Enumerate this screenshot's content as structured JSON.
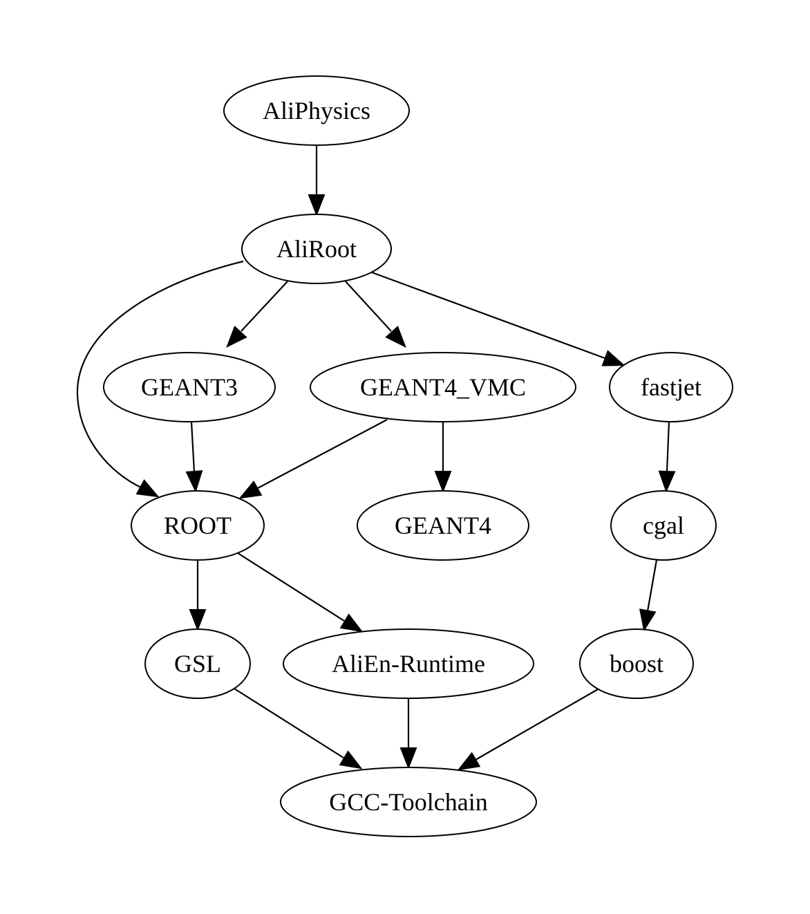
{
  "graph": {
    "nodes": [
      {
        "id": "AliPhysics",
        "label": "AliPhysics"
      },
      {
        "id": "AliRoot",
        "label": "AliRoot"
      },
      {
        "id": "GEANT3",
        "label": "GEANT3"
      },
      {
        "id": "GEANT4_VMC",
        "label": "GEANT4_VMC"
      },
      {
        "id": "fastjet",
        "label": "fastjet"
      },
      {
        "id": "ROOT",
        "label": "ROOT"
      },
      {
        "id": "GEANT4",
        "label": "GEANT4"
      },
      {
        "id": "cgal",
        "label": "cgal"
      },
      {
        "id": "GSL",
        "label": "GSL"
      },
      {
        "id": "AliEn-Runtime",
        "label": "AliEn-Runtime"
      },
      {
        "id": "boost",
        "label": "boost"
      },
      {
        "id": "GCC-Toolchain",
        "label": "GCC-Toolchain"
      }
    ],
    "edges": [
      {
        "from": "AliPhysics",
        "to": "AliRoot"
      },
      {
        "from": "AliRoot",
        "to": "ROOT"
      },
      {
        "from": "AliRoot",
        "to": "GEANT3"
      },
      {
        "from": "AliRoot",
        "to": "GEANT4_VMC"
      },
      {
        "from": "AliRoot",
        "to": "fastjet"
      },
      {
        "from": "GEANT3",
        "to": "ROOT"
      },
      {
        "from": "GEANT4_VMC",
        "to": "ROOT"
      },
      {
        "from": "GEANT4_VMC",
        "to": "GEANT4"
      },
      {
        "from": "fastjet",
        "to": "cgal"
      },
      {
        "from": "ROOT",
        "to": "GSL"
      },
      {
        "from": "ROOT",
        "to": "AliEn-Runtime"
      },
      {
        "from": "cgal",
        "to": "boost"
      },
      {
        "from": "GSL",
        "to": "GCC-Toolchain"
      },
      {
        "from": "AliEn-Runtime",
        "to": "GCC-Toolchain"
      },
      {
        "from": "boost",
        "to": "GCC-Toolchain"
      }
    ]
  }
}
